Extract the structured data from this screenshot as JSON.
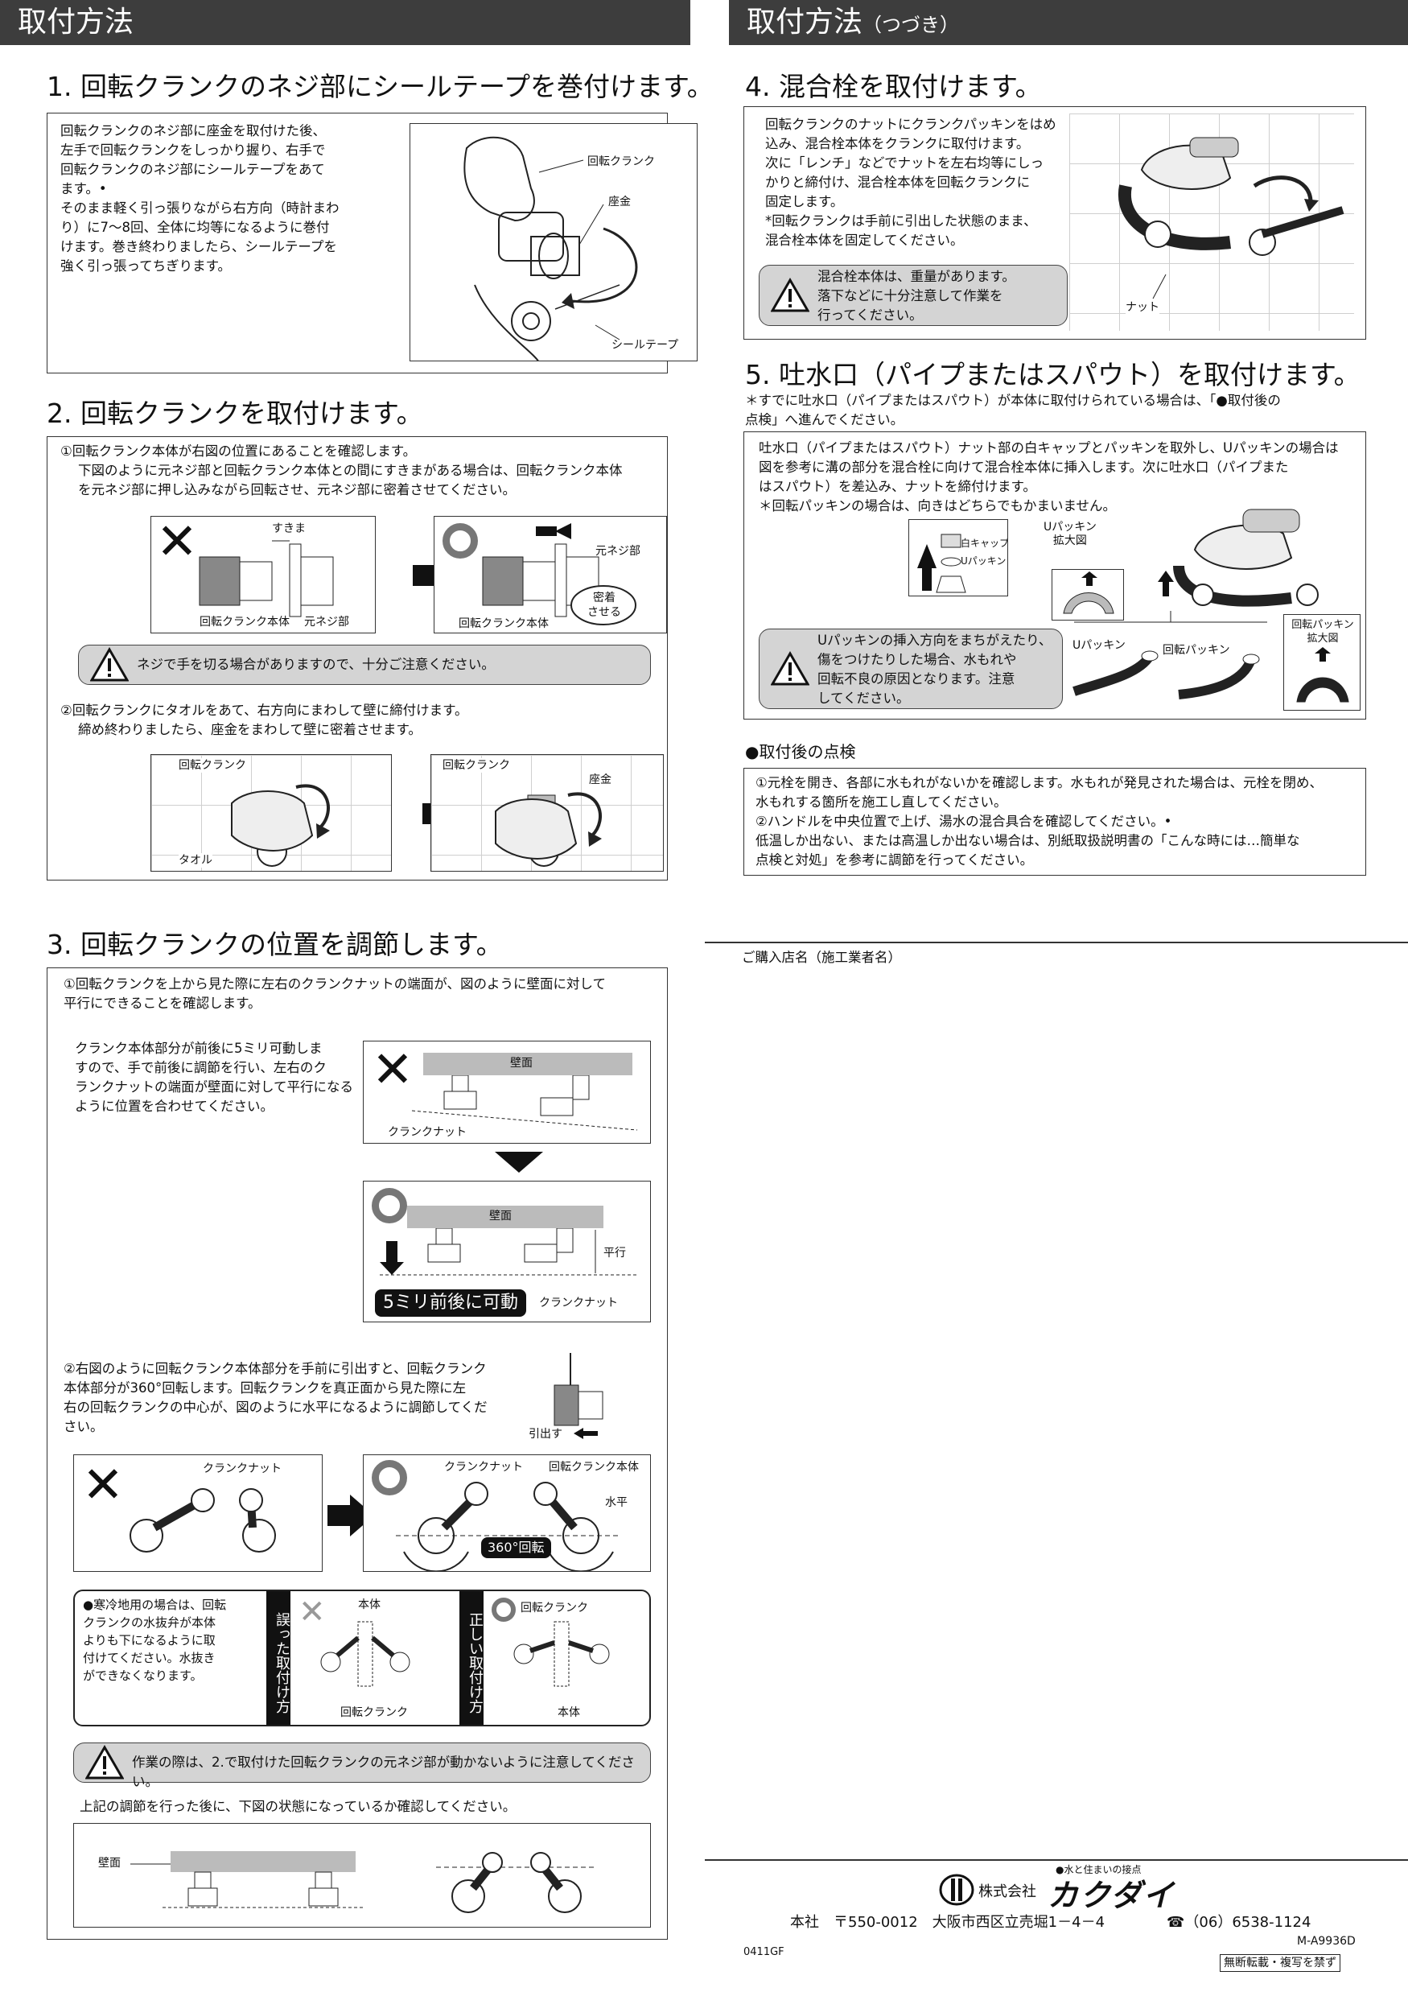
{
  "header_left": "取付方法",
  "header_right": "取付方法",
  "header_right_sub": "（つづき）",
  "s1": {
    "title": "1.  回転クランクのネジ部にシールテープを巻付けます。",
    "text": "回転クランクのネジ部に座金を取付けた後、\n左手で回転クランクをしっかり握り、右手で\n回転クランクのネジ部にシールテープをあて\nます。•\nそのまま軽く引っ張りながら右方向（時計まわ\nり）に7～8回、全体に均等になるように巻付\nけます。巻き終わりましたら、シールテープを\n強く引っ張ってちぎります。",
    "lbl_crank": "回転クランク",
    "lbl_washer": "座金",
    "lbl_tape": "シールテープ"
  },
  "s2": {
    "title": "2.  回転クランクを取付けます。",
    "step1_head": "①回転クランク本体が右図の位置にあることを確認します。",
    "step1_text": "下図のように元ネジ部と回転クランク本体との間にすきまがある場合は、回転クランク本体\nを元ネジ部に押し込みながら回転させ、元ネジ部に密着させてください。",
    "lbl_gap": "すきま",
    "lbl_body1": "回転クランク本体",
    "lbl_moto1": "元ネジ部",
    "lbl_moto2": "元ネジ部",
    "lbl_body2": "回転クランク本体",
    "lbl_mitchaku": "密着\nさせる",
    "warn": "ネジで手を切る場合がありますので、十分ご注意ください。",
    "step2_head": "②回転クランクにタオルをあて、右方向にまわして壁に締付けます。",
    "step2_text": "締め終わりましたら、座金をまわして壁に密着させます。",
    "lbl_crank_a": "回転クランク",
    "lbl_towel": "タオル",
    "lbl_crank_b": "回転クランク",
    "lbl_washer_b": "座金"
  },
  "s3": {
    "title": "3.  回転クランクの位置を調節します。",
    "step1_text": "①回転クランクを上から見た際に左右のクランクナットの端面が、図のように壁面に対して\n平行にできることを確認します。",
    "sub_text": "クランク本体部分が前後に5ミリ可動しま\nすので、手で前後に調節を行い、左右のク\nランクナットの端面が壁面に対して平行になる\nように位置を合わせてください。",
    "lbl_wall1": "壁面",
    "lbl_nut1": "クランクナット",
    "lbl_wall2": "壁面",
    "lbl_parallel": "平行",
    "lbl_5mm": "5ミリ前後に可動",
    "lbl_nut2": "クランクナット",
    "step2_text": "②右図のように回転クランク本体部分を手前に引出すと、回転クランク\n本体部分が360°回転します。回転クランクを真正面から見た際に左\n右の回転クランクの中心が、図のように水平になるように調節してくだ\nさい。",
    "lbl_pull": "引出す",
    "lbl_nut3": "クランクナット",
    "lbl_nut4": "クランクナット",
    "lbl_body3": "回転クランク本体",
    "lbl_level": "水平",
    "lbl_360": "360°回転",
    "cold_text": "●寒冷地用の場合は、回転\nクランクの水抜弁が本体\nよりも下になるように取\n付けてください。水抜き\nができなくなります。",
    "band_wrong": "誤った取付け方",
    "band_right": "正しい取付け方",
    "lbl_hontai1": "本体",
    "lbl_crank_c": "回転クランク",
    "lbl_crank_d": "回転クランク",
    "lbl_hontai2": "本体",
    "warn": "作業の際は、2.で取付けた回転クランクの元ネジ部が動かないように注意してください。",
    "final_text": "上記の調節を行った後に、下図の状態になっているか確認してください。",
    "lbl_wall3": "壁面"
  },
  "s4": {
    "title": "4.  混合栓を取付けます。",
    "text": "回転クランクのナットにクランクパッキンをはめ\n込み、混合栓本体をクランクに取付けます。\n次に「レンチ」などでナットを左右均等にしっ\nかりと締付け、混合栓本体を回転クランクに\n固定します。\n*回転クランクは手前に引出した状態のまま、\n混合栓本体を固定してください。",
    "warn": "混合栓本体は、重量があります。\n落下などに十分注意して作業を\n行ってください。",
    "lbl_nut": "ナット"
  },
  "s5": {
    "title": "5.  吐水口（パイプまたはスパウト）を取付けます。",
    "note": "＊すでに吐水口（パイプまたはスパウト）が本体に取付けられている場合は、「●取付後の\n点検」へ進んでください。",
    "text": "吐水口（パイプまたはスパウト）ナット部の白キャップとパッキンを取外し、Uパッキンの場合は\n図を参考に溝の部分を混合栓に向けて混合栓本体に挿入します。次に吐水口（パイプまた\nはスパウト）を差込み、ナットを締付けます。\n＊回転パッキンの場合は、向きはどちらでもかまいません。",
    "lbl_cap": "白キャップ",
    "lbl_upk": "Uパッキン",
    "lbl_upk_zoom": "Uパッキン\n拡大図",
    "lbl_upk2": "Uパッキン",
    "lbl_rpk": "回転パッキン",
    "lbl_rpk_zoom": "回転パッキン\n拡大図",
    "warn": "Uパッキンの挿入方向をまちがえたり、\n傷をつけたりした場合、水もれや\n回転不良の原因となります。注意\nしてください。"
  },
  "check": {
    "title": "●取付後の点検",
    "text": "①元栓を開き、各部に水もれがないかを確認します。水もれが発見された場合は、元栓を閉め、\n水もれする箇所を施工し直してください。\n②ハンドルを中央位置で上げ、湯水の混合具合を確認してください。•\n低温しか出ない、または高温しか出ない場合は、別紙取扱説明書の「こんな時には…簡単な\n点検と対処」を参考に調節を行ってください。"
  },
  "footer": {
    "shop": "ご購入店名（施工業者名）",
    "tagline": "●水と住まいの接点",
    "company_prefix": "株式会社",
    "company": "カクダイ",
    "address": "本社　〒550-0012　大阪市西区立売堀1－4－4",
    "tel": "☎（06）6538-1124",
    "code_left": "0411GF",
    "code_right": "M-A9936D",
    "notice": "無断転載・複写を禁ず"
  }
}
